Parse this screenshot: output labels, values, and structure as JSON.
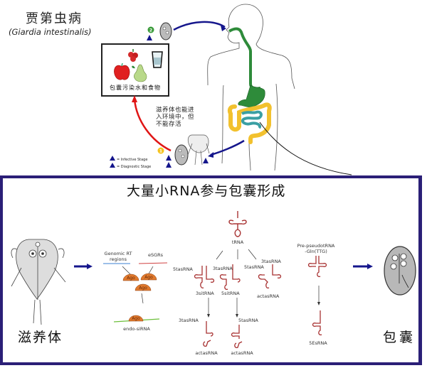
{
  "top": {
    "title_cn": "贾第虫病",
    "title_latin": "(Giardia intestinalis)",
    "food_box_label": "包囊污染水和食物",
    "trophozoite_env_note": "滋养体也能进入环境中，但不能存活",
    "stage_markers": {
      "step1": "1",
      "step2": "2",
      "infective_marker": "i",
      "diagnostic_marker": "d"
    },
    "legend": [
      {
        "marker": "i",
        "label": "= Infective Stage"
      },
      {
        "marker": "d",
        "label": "= Diagnostic Stage"
      }
    ],
    "colors": {
      "blue_arrow": "#15168c",
      "red_arrow": "#e01515",
      "stomach_esophagus": "#2e8b3a",
      "large_intestine": "#f2c12e",
      "small_intestine": "#3a9fa3",
      "step1_badge": "#f5c31e",
      "step2_badge": "#3a9b3a"
    }
  },
  "bottom": {
    "title": "大量小RNA参与包囊形成",
    "trophozoite_label": "滋养体",
    "cyst_label": "包囊",
    "endo_sirna": {
      "genomic_rt": "Genomic RT regions",
      "esgrs": "eSGRs",
      "ago": "Ago",
      "product": "endo-siRNA"
    },
    "trna_tree": {
      "root": "tRNA",
      "branch_labels": [
        "5tasRNA",
        "3tasRNA",
        "5tasRNA",
        "3tasRNA"
      ],
      "products": [
        "3sitRNA",
        "5sitRNA",
        "actasRNA"
      ],
      "second_level": [
        {
          "label": "3tasRNA",
          "product": "actasRNA"
        },
        {
          "label": "5tasRNA",
          "product": "actasRNA"
        }
      ]
    },
    "pseudo_trna": {
      "label": "Pre-pseudotRNA -Gln(TTG)",
      "product": "5EsRNA"
    },
    "colors": {
      "frame": "#2b1f77",
      "rna": "#a83232",
      "ago": "#e07a2e",
      "genomic_line": "#3a7fd0",
      "esgr_line": "#d04040",
      "product_line": "#6cbf3a",
      "arrow": "#15168c"
    }
  }
}
